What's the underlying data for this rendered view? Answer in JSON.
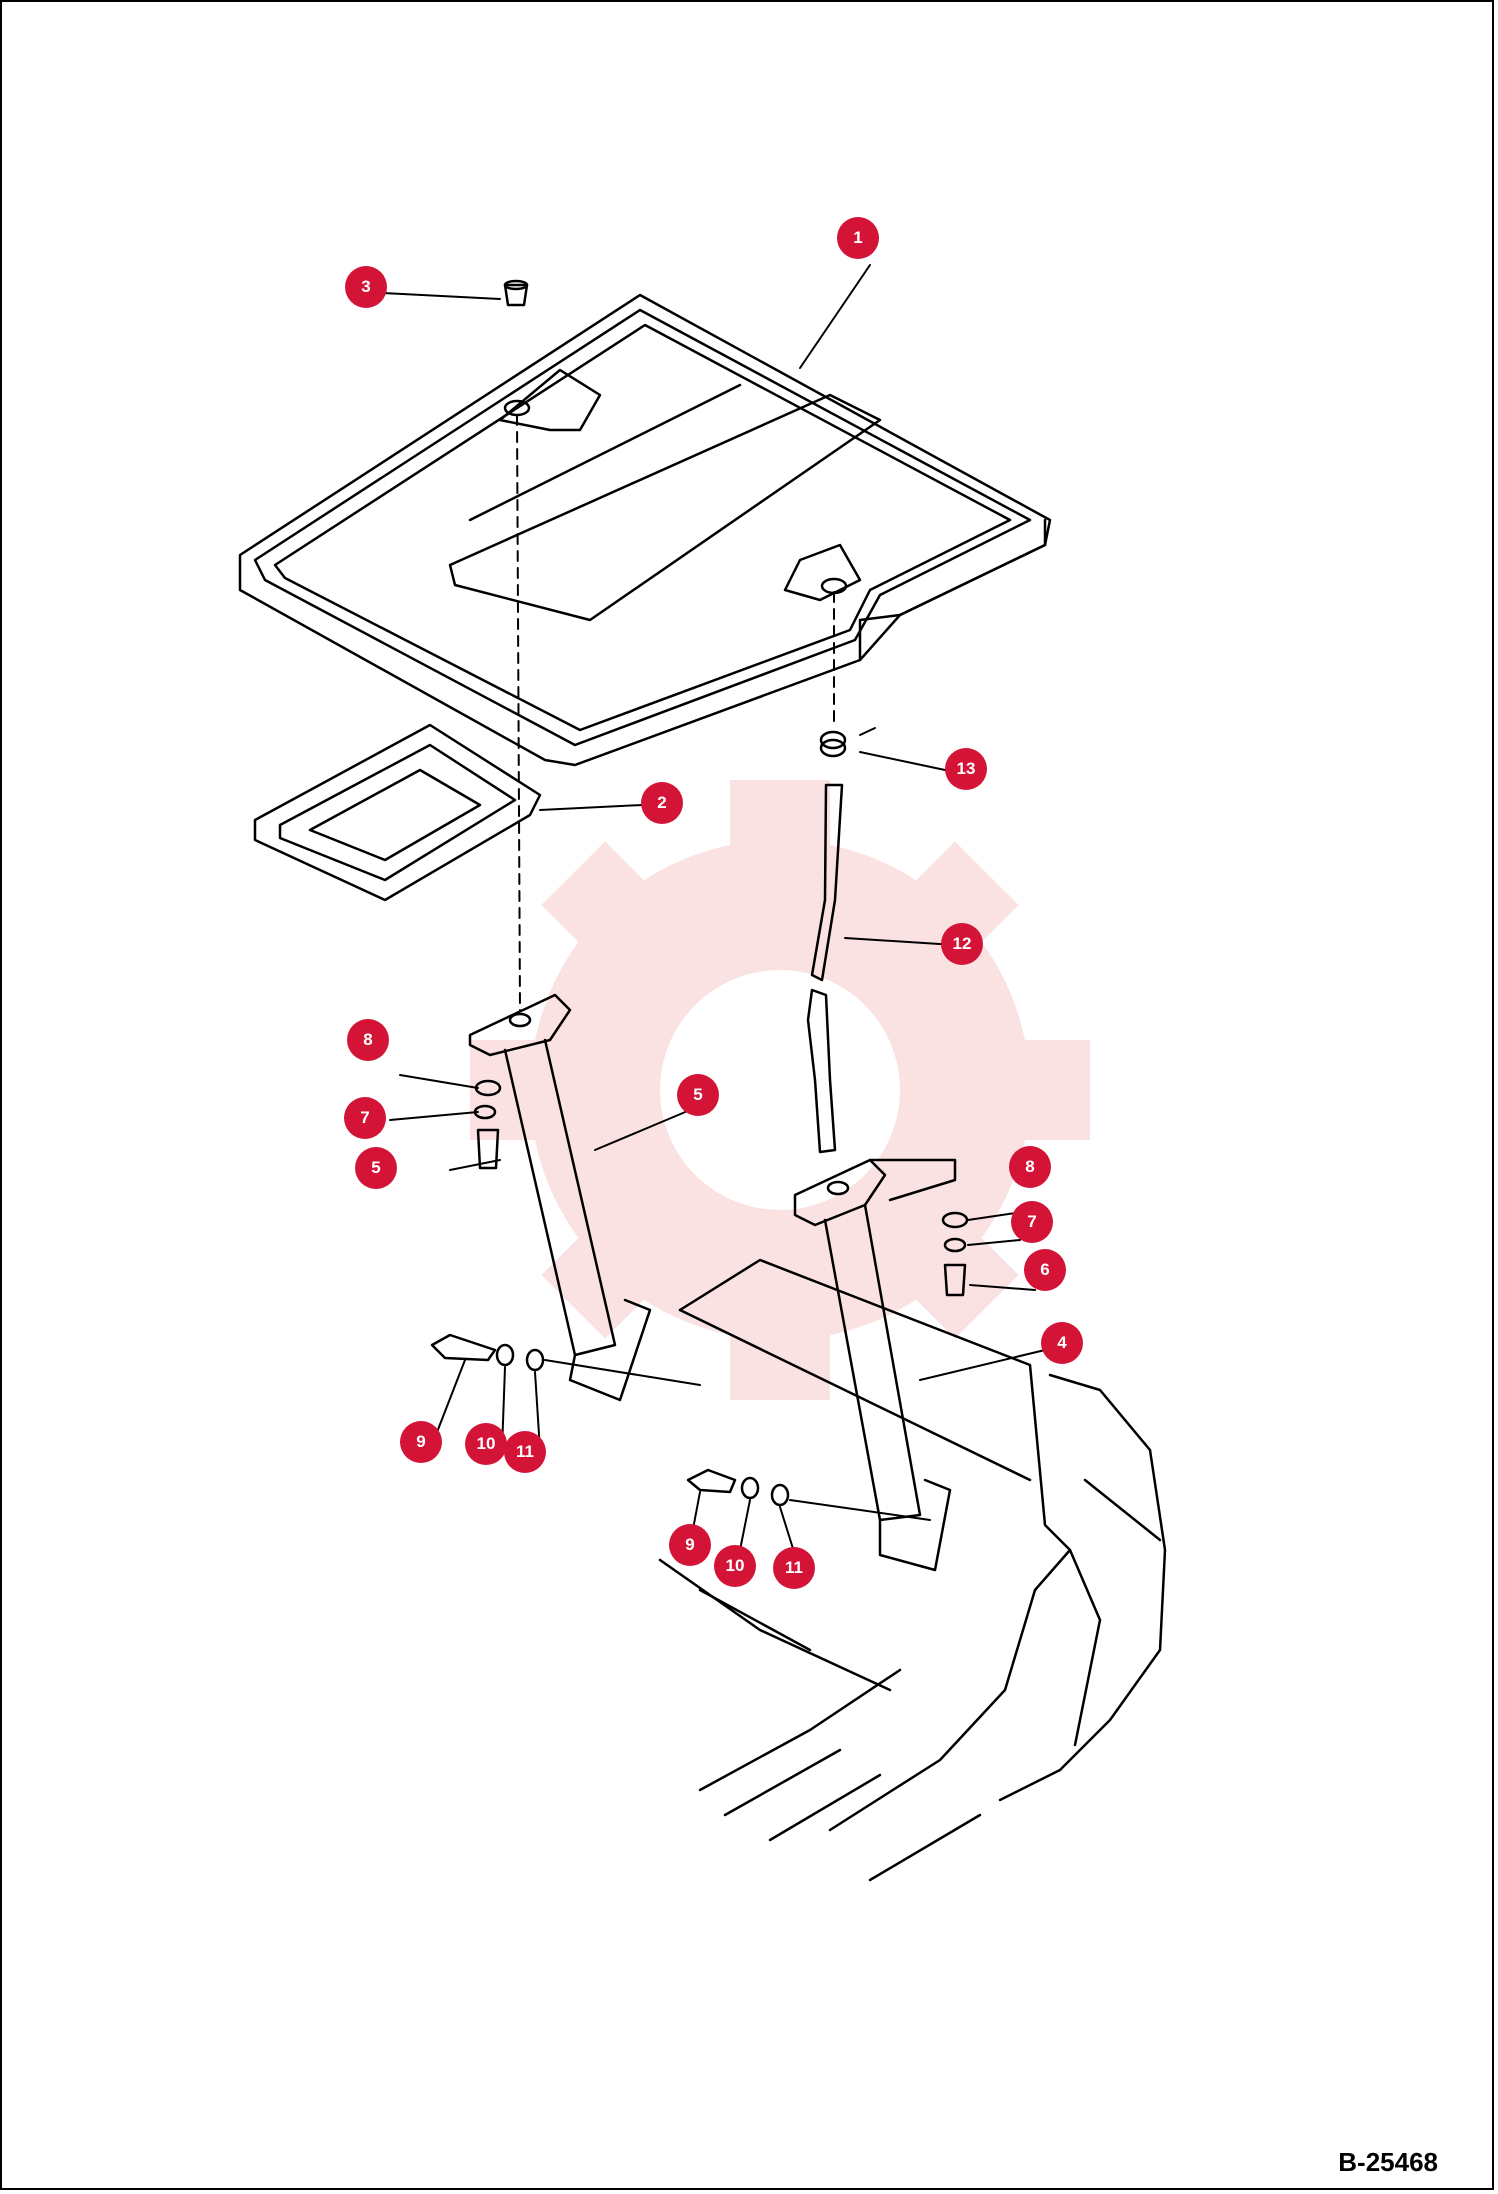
{
  "diagram": {
    "drawing_number": "B-25468",
    "callouts": [
      {
        "id": "callout-1",
        "label": "1"
      },
      {
        "id": "callout-2",
        "label": "2"
      },
      {
        "id": "callout-3",
        "label": "3"
      },
      {
        "id": "callout-4",
        "label": "4"
      },
      {
        "id": "callout-5a",
        "label": "5"
      },
      {
        "id": "callout-5b",
        "label": "5"
      },
      {
        "id": "callout-6",
        "label": "6"
      },
      {
        "id": "callout-7a",
        "label": "7"
      },
      {
        "id": "callout-7b",
        "label": "7"
      },
      {
        "id": "callout-8a",
        "label": "8"
      },
      {
        "id": "callout-8b",
        "label": "8"
      },
      {
        "id": "callout-9a",
        "label": "9"
      },
      {
        "id": "callout-9b",
        "label": "9"
      },
      {
        "id": "callout-10a",
        "label": "10"
      },
      {
        "id": "callout-10b",
        "label": "10"
      },
      {
        "id": "callout-11a",
        "label": "11"
      },
      {
        "id": "callout-11b",
        "label": "11"
      },
      {
        "id": "callout-12",
        "label": "12"
      },
      {
        "id": "callout-13",
        "label": "13"
      }
    ],
    "colors": {
      "callout_fill": "#d31437",
      "callout_text": "#ffffff",
      "line": "#000000",
      "watermark": "#f7c9cb"
    }
  }
}
